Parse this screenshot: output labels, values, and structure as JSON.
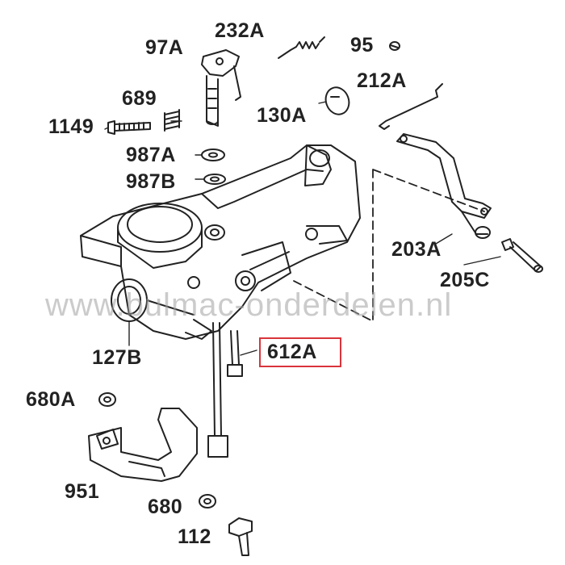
{
  "parts": {
    "p232A": "232A",
    "p97A": "97A",
    "p95": "95",
    "p212A": "212A",
    "p689": "689",
    "p1149": "1149",
    "p130A": "130A",
    "p987A": "987A",
    "p987B": "987B",
    "p203A": "203A",
    "p205C": "205C",
    "p612A": "612A",
    "p127B": "127B",
    "p680A": "680A",
    "p951": "951",
    "p680": "680",
    "p112": "112"
  },
  "highlighted_part": "612A",
  "highlight_color": "#d9343b",
  "watermark": "www.bulmac-onderdelen.nl"
}
